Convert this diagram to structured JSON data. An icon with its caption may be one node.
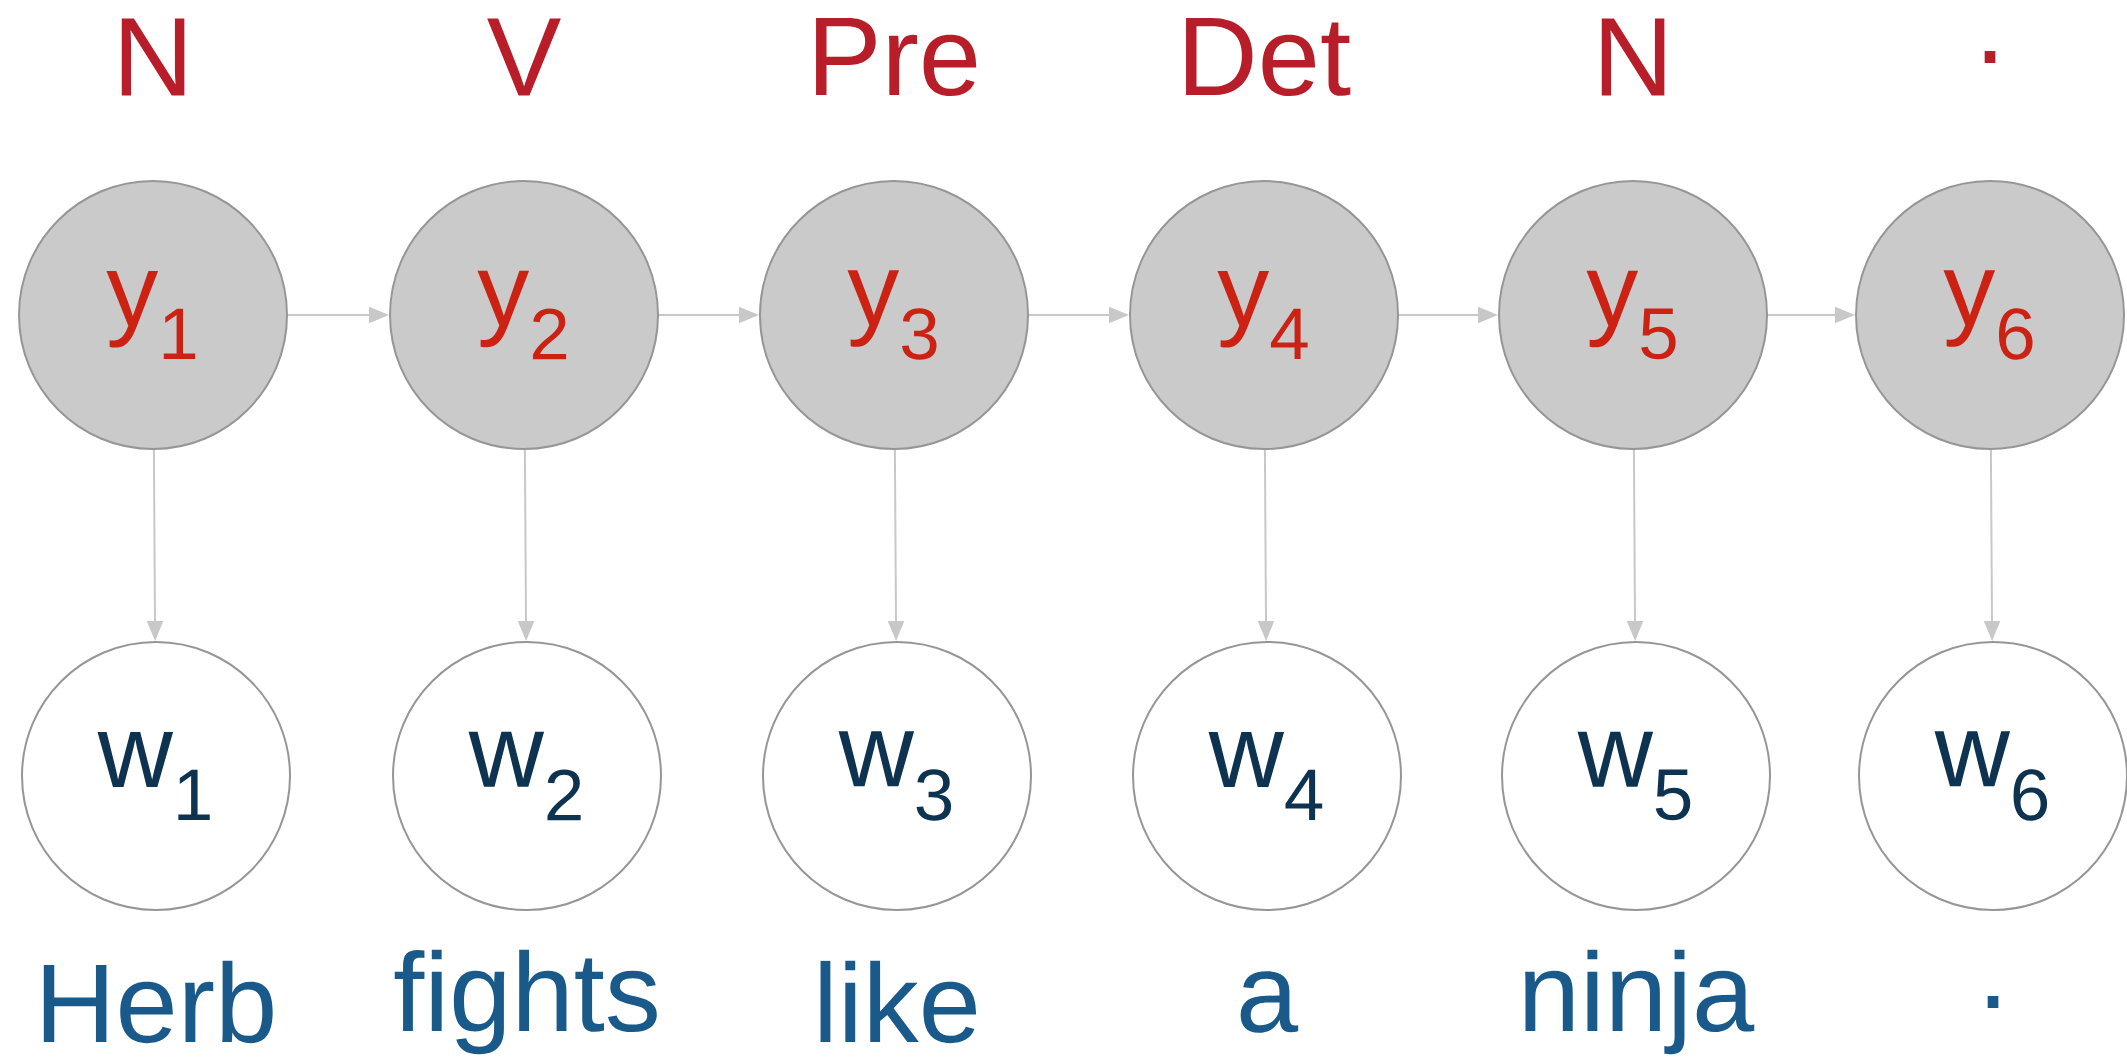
{
  "diagram": {
    "nodes": [
      {
        "text": [
          "y$_{1}$"
        ],
        "beside": [
          "N"
        ]
      },
      {
        "text": [
          "y$_{2}$"
        ],
        "beside": [
          "V"
        ]
      },
      {
        "text": [
          "y$_{3}$"
        ],
        "beside": [
          "Pre"
        ]
      },
      {
        "text": [
          "y$_{4}$"
        ],
        "beside": [
          "Det"
        ]
      },
      {
        "text": [
          "y$_{5}$"
        ],
        "beside": [
          "N"
        ]
      },
      {
        "text": [
          "y$_{6}$"
        ],
        "beside": [
          "."
        ]
      },
      {
        "text": [
          "w$_{1}$"
        ],
        "beside": [
          "Herb"
        ]
      },
      {
        "text": [
          "w$_{2}$"
        ],
        "beside": [
          "fights"
        ]
      },
      {
        "text": [
          "w$_{3}$"
        ],
        "beside": [
          "like"
        ]
      },
      {
        "text": [
          "w$_{4}$"
        ],
        "beside": [
          "a"
        ]
      },
      {
        "text": [
          "w$_{5}$"
        ],
        "beside": [
          "ninja"
        ]
      },
      {
        "text": [
          "w$_{6}$"
        ],
        "beside": [
          "."
        ]
      }
    ],
    "edges": [
      {
        "from": 0,
        "to": 1,
        "arrow": "to"
      },
      {
        "from": 1,
        "to": 2,
        "arrow": "to"
      },
      {
        "from": 2,
        "to": 3,
        "arrow": "to"
      },
      {
        "from": 3,
        "to": 4,
        "arrow": "to"
      },
      {
        "from": 4,
        "to": 5,
        "arrow": "to"
      },
      {
        "from": 0,
        "to": 6,
        "arrow": "to"
      },
      {
        "from": 1,
        "to": 7,
        "arrow": "to"
      },
      {
        "from": 2,
        "to": 8,
        "arrow": "to"
      },
      {
        "from": 3,
        "to": 9,
        "arrow": "to"
      },
      {
        "from": 4,
        "to": 10,
        "arrow": "to"
      },
      {
        "from": 5,
        "to": 11,
        "arrow": "to"
      }
    ]
  }
}
